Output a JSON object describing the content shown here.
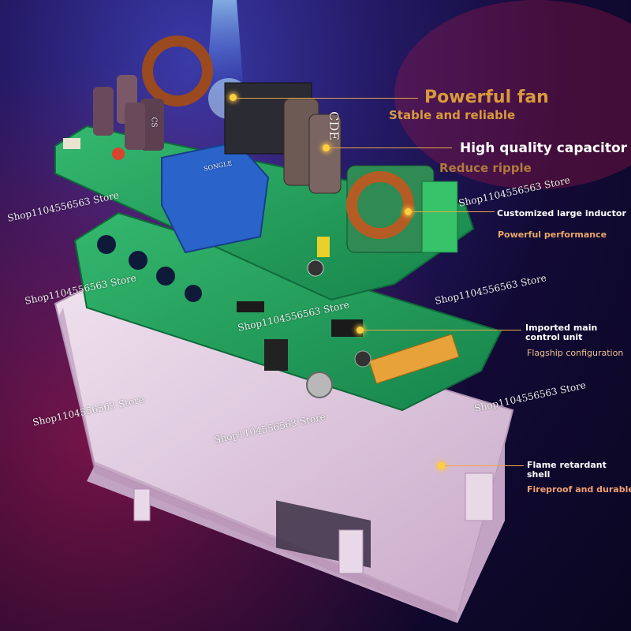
{
  "labels": {
    "fan": {
      "title": "Powerful fan",
      "subtitle": "Stable and reliable"
    },
    "capacitor": {
      "title": "High quality capacitor",
      "subtitle": "Reduce ripple"
    },
    "inductor": {
      "title": "Customized large inductor",
      "subtitle": "Powerful performance"
    },
    "control": {
      "title_line1": "Imported main",
      "title_line2": "control unit",
      "subtitle": "Flagship configuration"
    },
    "shell": {
      "title_line1": "Flame retardant",
      "title_line2": "shell",
      "subtitle": "Fireproof and durable"
    }
  },
  "watermark": "Shop1104556563 Store",
  "component_markings": {
    "relay_brand": "SONGLE",
    "capacitor_brand": "CDE",
    "small_cap_marking": "CS"
  },
  "colors": {
    "title_gold": "#d89a3c",
    "title_white": "#ffffff",
    "pcb_green": "#1f9a5a",
    "shell_pink": "#d9c3d8",
    "relay_blue": "#2a63c9",
    "leader_orange": "#e8a84a"
  }
}
